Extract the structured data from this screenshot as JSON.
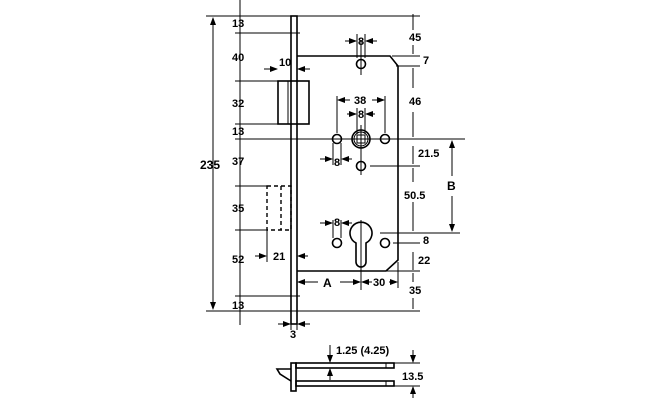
{
  "diagram": {
    "title": "Mortise lock dimension drawing",
    "overall_height": "235",
    "left_dims": [
      "13",
      "40",
      "32",
      "13",
      "37",
      "35",
      "52",
      "13"
    ],
    "right_dims": [
      "45",
      "7",
      "46",
      "21.5",
      "50.5",
      "8",
      "22",
      "35"
    ],
    "latch_projection": "10",
    "deadbolt_offset": "21",
    "faceplate_thickness": "3",
    "hole_spacing_top": "8",
    "follower_width": "38",
    "follower_square": "8",
    "follower_hole_offset": "8",
    "cylinder_hole_offset": "8",
    "backset_label": "A",
    "cylinder_to_edge": "30",
    "centre_distance_label": "B",
    "side_view_thickness": "1.25 (4.25)",
    "side_view_depth": "13.5"
  }
}
